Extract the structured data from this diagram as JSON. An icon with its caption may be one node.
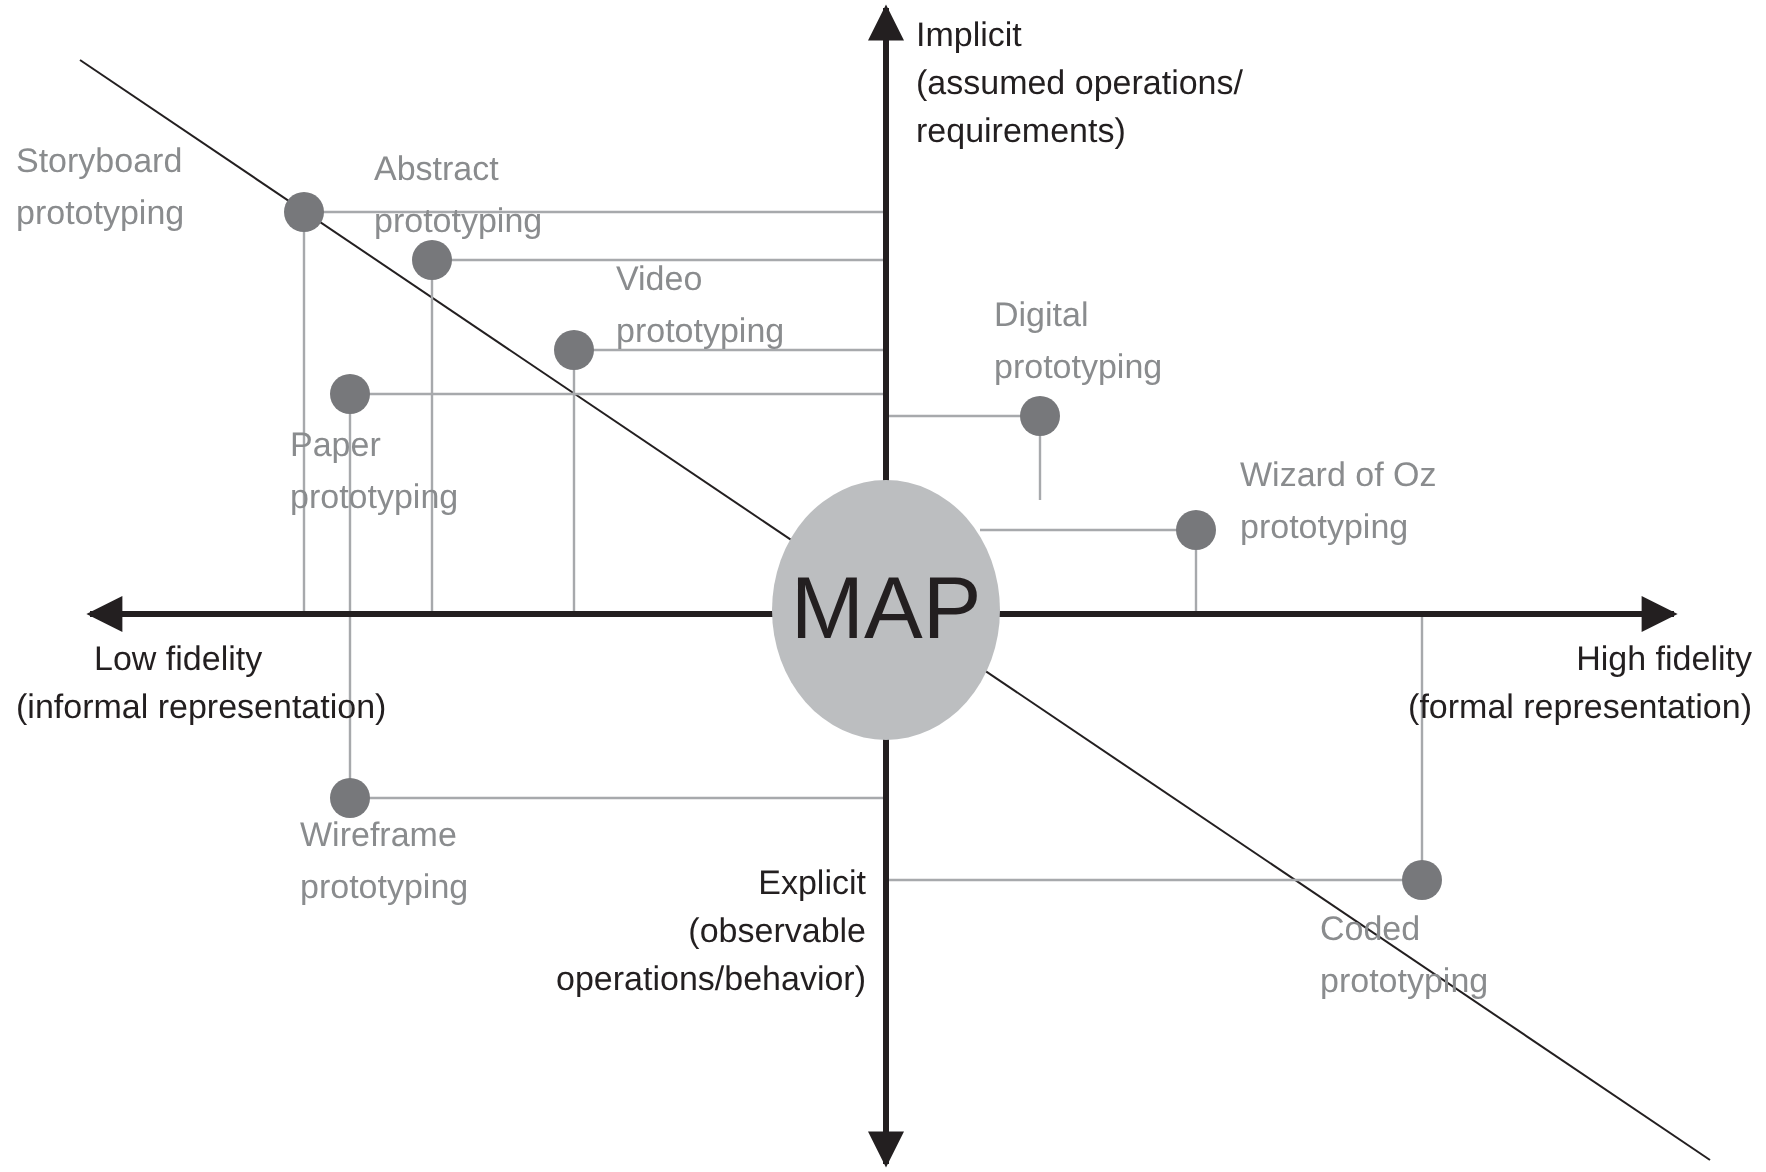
{
  "diagram": {
    "nodes": [
      {
        "text": [],
        "shape": "circle",
        "beside": [
          "Storyboard prototyping"
        ]
      },
      {
        "text": [],
        "shape": "circle",
        "beside": [
          "Abstract prototyping"
        ]
      },
      {
        "text": [],
        "shape": "circle",
        "beside": [
          "Video prototyping"
        ]
      },
      {
        "text": [],
        "shape": "circle",
        "beside": [
          "Paper prototyping"
        ]
      },
      {
        "text": [],
        "shape": "circle",
        "beside": [
          "Digital prototyping"
        ]
      },
      {
        "text": [],
        "shape": "circle",
        "beside": [
          "Wizard of Oz prototyping"
        ]
      },
      {
        "text": [
          "MAP"
        ]
      },
      {
        "text": [],
        "shape": "circle",
        "beside": [
          "Wireframe prototyping"
        ]
      },
      {
        "text": [],
        "shape": "circle",
        "beside": [
          "Coded prototyping"
        ]
      }
    ],
    "labels": [
      "Implicit",
      "(assumed operations/ requirements)",
      "Low fidelity",
      "(informal representation)",
      "High fidelity",
      "(formal representation)",
      "Explicit",
      "(observable operations/behavior)"
    ]
  }
}
